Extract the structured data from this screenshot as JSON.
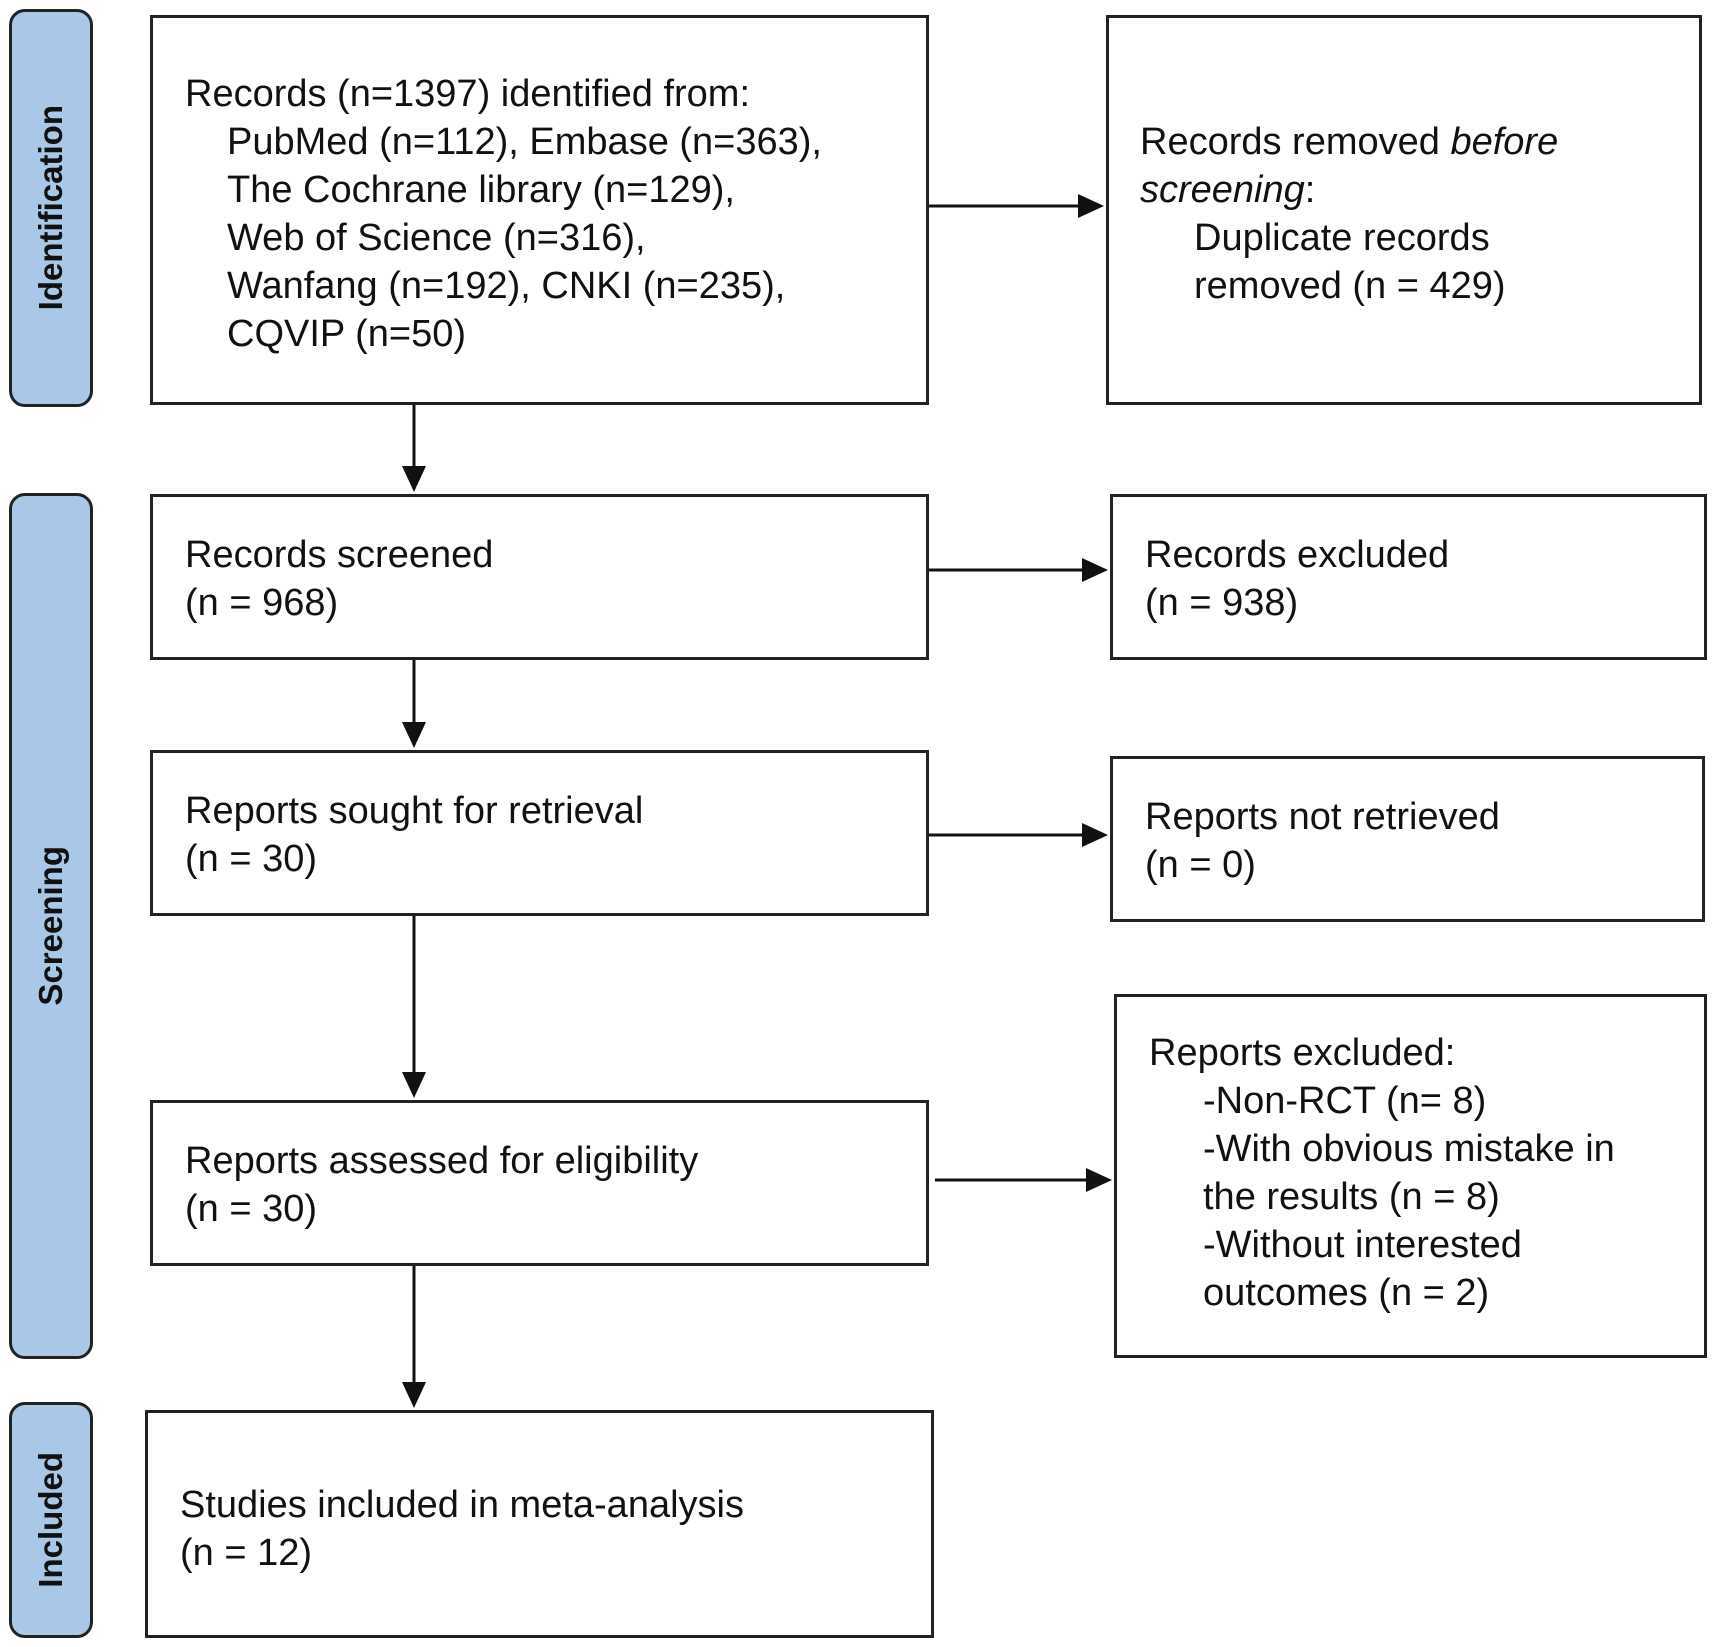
{
  "phases": {
    "identification": "Identification",
    "screening": "Screening",
    "included": "Included"
  },
  "boxes": {
    "records_identified": {
      "lines": [
        "Records (n=1397) identified from:",
        "PubMed (n=112), Embase (n=363),",
        "The Cochrane library (n=129),",
        "Web of Science (n=316),",
        "Wanfang (n=192), CNKI (n=235),",
        "CQVIP (n=50)"
      ]
    },
    "records_removed": {
      "title_prefix": "Records removed ",
      "title_italic": "before",
      "title_italic2": "screening",
      "title_suffix": ":",
      "lines": [
        "Duplicate records",
        "removed (n = 429)"
      ]
    },
    "records_screened": {
      "lines": [
        "Records screened",
        "(n = 968)"
      ]
    },
    "records_excluded": {
      "lines": [
        "Records excluded",
        "(n = 938)"
      ]
    },
    "reports_sought": {
      "lines": [
        "Reports sought for retrieval",
        "(n = 30)"
      ]
    },
    "reports_not_retrieved": {
      "lines": [
        "Reports not retrieved",
        "(n = 0)"
      ]
    },
    "reports_assessed": {
      "lines": [
        "Reports assessed for eligibility",
        "(n = 30)"
      ]
    },
    "reports_excluded": {
      "title": "Reports excluded:",
      "lines": [
        "-Non-RCT (n= 8)",
        "-With obvious mistake in",
        "the results (n = 8)",
        "-Without interested",
        "outcomes (n = 2)"
      ]
    },
    "studies_included": {
      "lines": [
        "Studies included in meta-analysis",
        "(n = 12)"
      ]
    }
  }
}
